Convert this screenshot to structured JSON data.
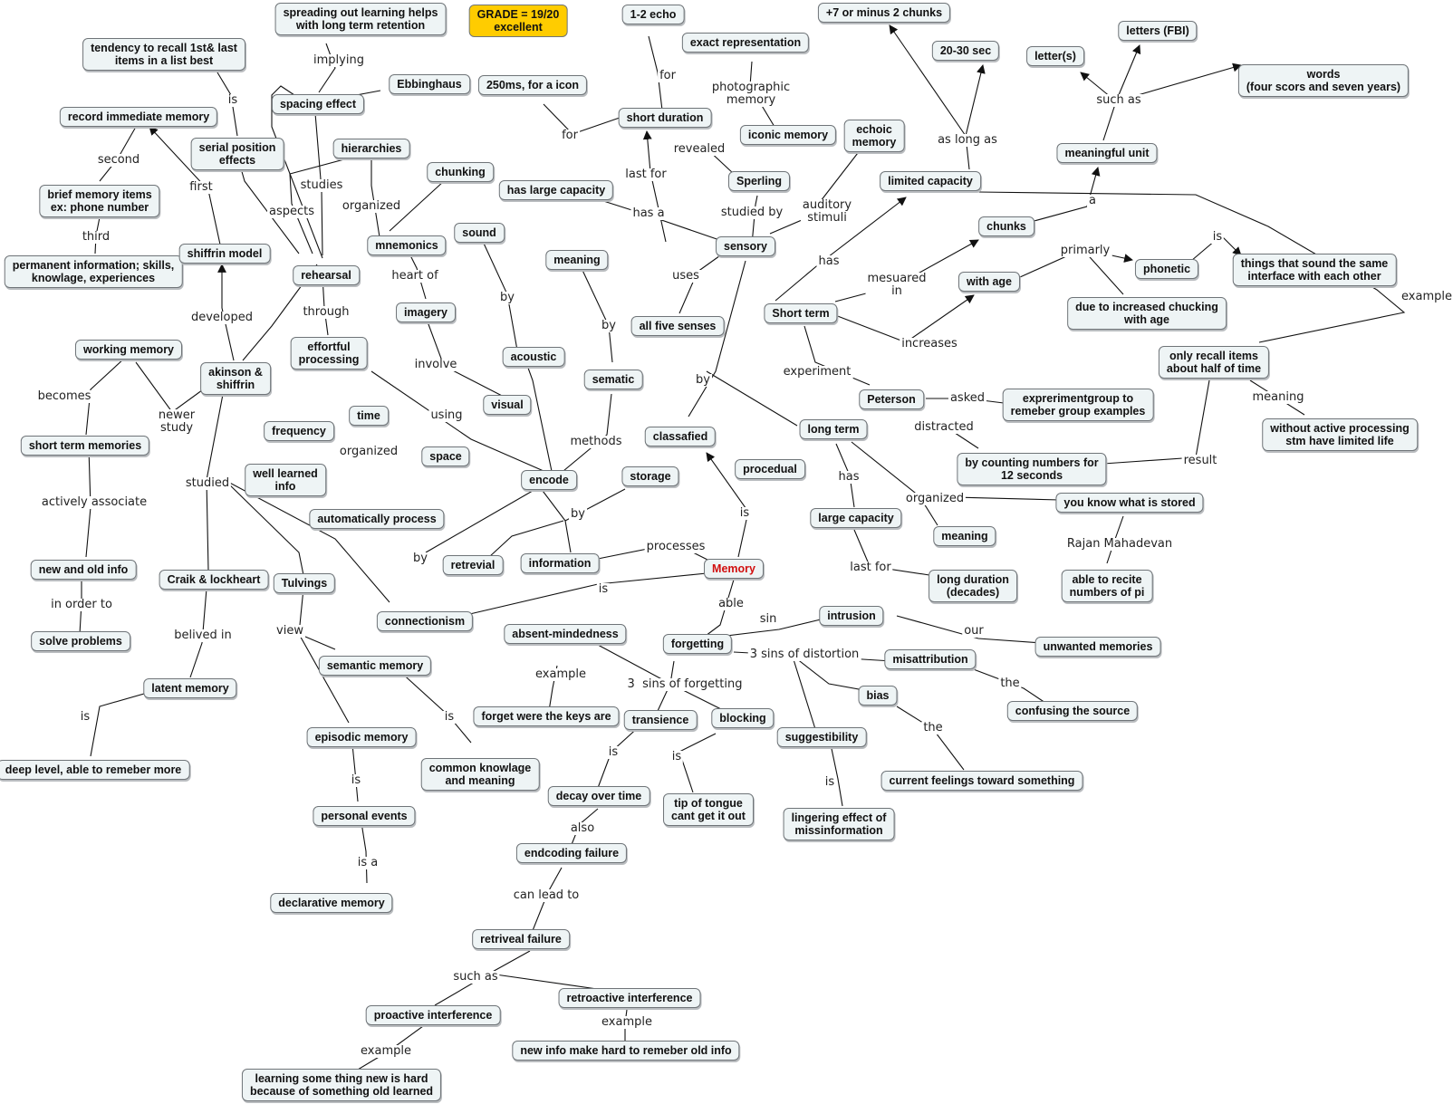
{
  "colors": {
    "node_fill": "#eef4f5",
    "node_border": "#6f7478",
    "line": "#111111",
    "grade_fill": "#ffcc00",
    "memory_text": "#d11010"
  },
  "grade": "GRADE = 19/20\nexcellent",
  "nodes": {
    "memory": "Memory",
    "sensory": "sensory",
    "short_term": "Short term",
    "long_term": "long term",
    "short_duration": "short duration",
    "echo": "1-2 echo",
    "exact_representation": "exact representation",
    "iconic_memory": "iconic memory",
    "icon_250": "250ms, for a icon",
    "echoic_memory": "echoic\nmemory",
    "sperling": "Sperling",
    "large_capacity_s": "has large capacity",
    "all_five_senses": "all five senses",
    "limited_capacity": "limited capacity",
    "seven_chunks": "+7 or minus 2 chunks",
    "sec_20_30": "20-30 sec",
    "letters_fbi": "letters (FBI)",
    "letters": "letter(s)",
    "words": "words\n(four scors and seven years)",
    "meaningful_unit": "meaningful unit",
    "chunks": "chunks",
    "with_age": "with age",
    "phonetic": "phonetic",
    "sound_same": "things that sound the same\ninterface with each other",
    "increased_chunking": "due to increased chucking\nwith age",
    "only_recall": "only recall items\nabout half of time",
    "without_active": "without active processing\nstm have limited life",
    "peterson": "Peterson",
    "experiment_group": "exprerimentgroup to\nremeber group examples",
    "counting_numbers": "by counting numbers for\n12 seconds",
    "know_stored": "you know what is stored",
    "recite_pi": "able to recite\nnumbers of pi",
    "meaning_lt": "meaning",
    "large_capacity_lt": "large capacity",
    "long_duration": "long duration\n(decades)",
    "classafied": "classafied",
    "procedual": "procedual",
    "encode": "encode",
    "storage": "storage",
    "retrevial": "retrevial",
    "information": "information",
    "sound": "sound",
    "acoustic": "acoustic",
    "meaning_m": "meaning",
    "sematic": "sematic",
    "visual": "visual",
    "imagery": "imagery",
    "mnemonics": "mnemonics",
    "hierarchies": "hierarchies",
    "chunking": "chunking",
    "effortful": "effortful\nprocessing",
    "rehearsal": "rehearsal",
    "spacing_effect": "spacing effect",
    "ebbinghaus": "Ebbinghaus",
    "spreading_out": "spreading out learning helps\nwith long term retention",
    "serial_position": "serial position\neffects",
    "tendency_recall": "tendency to recall 1st& last\nitems in a list best",
    "record_immediate": "record immediate memory",
    "brief_memory": "brief memory items\nex: phone number",
    "permanent_info": "permanent information; skills,\nknowlage, experiences",
    "shiffrin_model": "shiffrin model",
    "akinson": "akinson &\nshiffrin",
    "working_memory": "working memory",
    "stm_memories": "short term memories",
    "new_old_info": "new and old info",
    "solve_problems": "solve problems",
    "time": "time",
    "frequency": "frequency",
    "space": "space",
    "well_learned": "well learned\ninfo",
    "auto_process": "automatically process",
    "craik": "Craik & lockheart",
    "latent_memory": "latent memory",
    "deep_level": "deep level, able to remeber more",
    "tulvings": "Tulvings",
    "semantic_memory": "semantic memory",
    "episodic_memory": "episodic memory",
    "common_knowlage": "common knowlage\nand meaning",
    "personal_events": "personal events",
    "declarative_memory": "declarative memory",
    "connectionism": "connectionism",
    "forgetting": "forgetting",
    "absent_mindedness": "absent-mindedness",
    "forget_keys": "forget were the keys are",
    "transience": "transience",
    "blocking": "blocking",
    "decay": "decay over time",
    "tip_tongue": "tip of tongue\ncant get it out",
    "encoding_failure": "endcoding failure",
    "retrieval_failure": "retriveal failure",
    "proactive": "proactive interference",
    "retroactive": "retroactive interference",
    "learning_new": "learning some thing new is hard\nbecause of something old learned",
    "new_info_hard": "new info make hard to remeber old info",
    "intrusion": "intrusion",
    "unwanted": "unwanted memories",
    "misattribution": "misattribution",
    "confusing_source": "confusing the source",
    "bias": "bias",
    "current_feelings": "current feelings toward something",
    "suggestibility": "suggestibility",
    "lingering": "lingering effect of\nmissinformation"
  },
  "labels": {
    "for_echo": "for",
    "for_icon": "for",
    "photographic": "photographic\nmemory",
    "revealed": "revealed",
    "last_for_s": "last for",
    "has_a": "has a",
    "studied_by": "studied by",
    "auditory": "auditory\nstimuli",
    "uses": "uses",
    "has_st": "has",
    "as_long_as": "as long as",
    "such_as_mu": "such as",
    "a_mu": "a",
    "mesuared": "mesuared\nin",
    "increases": "increases",
    "primarly": "primarly",
    "is_phonetic": "is",
    "example_st": "example",
    "experiment": "experiment",
    "asked": "asked",
    "distracted": "distracted",
    "result": "result",
    "meaning_lbl": "meaning",
    "has_lt": "has",
    "organized_lt": "organized",
    "rajan": "Rajan Mahadevan",
    "last_for_lt": "last for",
    "by_center": "by",
    "is_classafied": "is",
    "processes": "processes",
    "by_info": "by",
    "by_retr": "by",
    "methods": "methods",
    "by_sound": "by",
    "by_meaning": "by",
    "involve": "involve",
    "using": "using",
    "heart_of": "heart of",
    "organized_h": "organized",
    "through": "through",
    "studies": "studies",
    "implying": "implying",
    "aspects": "aspects",
    "is_serial": "is",
    "second": "second",
    "third": "third",
    "first": "first",
    "developed": "developed",
    "becomes": "becomes",
    "newer_study": "newer\nstudy",
    "actively_associate": "actively associate",
    "in_order_to": "in order to",
    "organized_auto": "organized",
    "studied": "studied",
    "belived_in": "belived in",
    "is_latent": "is",
    "view": "view",
    "is_semantic": "is",
    "is_episodic": "is",
    "is_a": "is a",
    "is_connectionism": "is",
    "able": "able",
    "example_absent": "example",
    "three_forgetting": "3  sins of forgetting",
    "is_transience": "is",
    "is_blocking": "is",
    "also": "also",
    "can_lead_to": "can lead to",
    "such_as_rf": "such as",
    "example_pro": "example",
    "example_retro": "example",
    "sin": "sin",
    "our": "our",
    "three_distortion": "3 sins of distortion",
    "the_mis": "the",
    "the_bias": "the",
    "is_sugg": "is"
  }
}
